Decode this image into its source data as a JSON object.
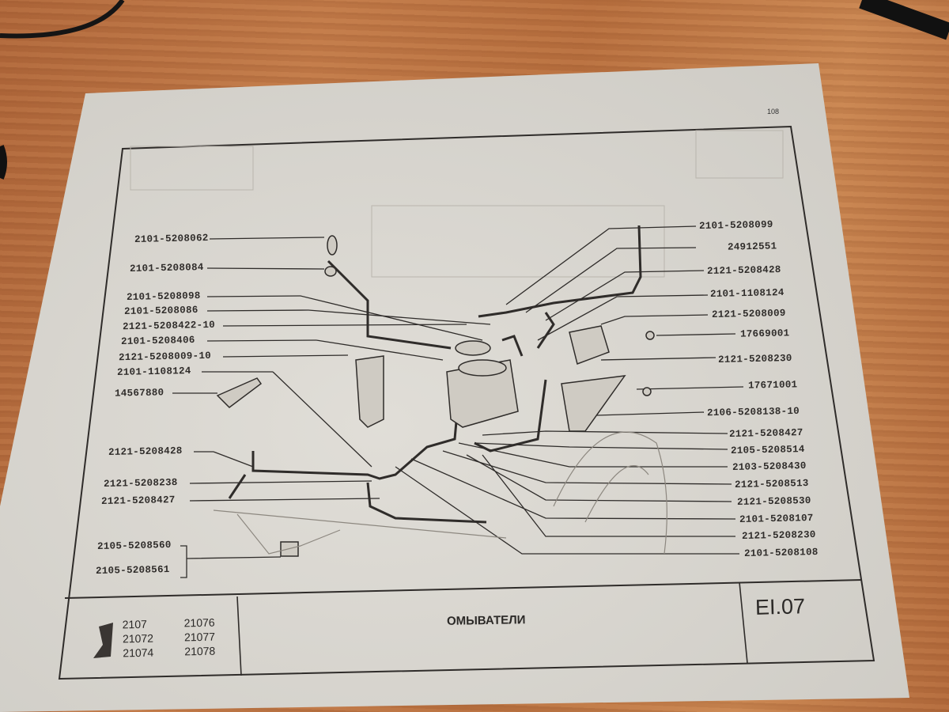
{
  "page_number": "108",
  "sheet_title": "ОМЫВАТЕЛИ",
  "sheet_code": "EI.07",
  "models": [
    "2107",
    "21072",
    "21074",
    "21076",
    "21077",
    "21078"
  ],
  "logo": "lada-sail-logo",
  "left_labels": [
    "2101-5208062",
    "2101-5208084",
    "2101-5208098",
    "2101-5208086",
    "2121-5208422-10",
    "2101-5208406",
    "2121-5208009-10",
    "2101-1108124",
    "14567880",
    "2121-5208428",
    "2121-5208238",
    "2121-5208427",
    "2105-5208560",
    "2105-5208561"
  ],
  "right_labels": [
    "2101-5208099",
    "24912551",
    "2121-5208428",
    "2101-1108124",
    "2121-5208009",
    "17669001",
    "2121-5208230",
    "17671001",
    "2106-5208138-10",
    "2121-5208427",
    "2105-5208514",
    "2103-5208430",
    "2121-5208513",
    "2121-5208530",
    "2101-5208107",
    "2121-5208230",
    "2101-5208108"
  ]
}
